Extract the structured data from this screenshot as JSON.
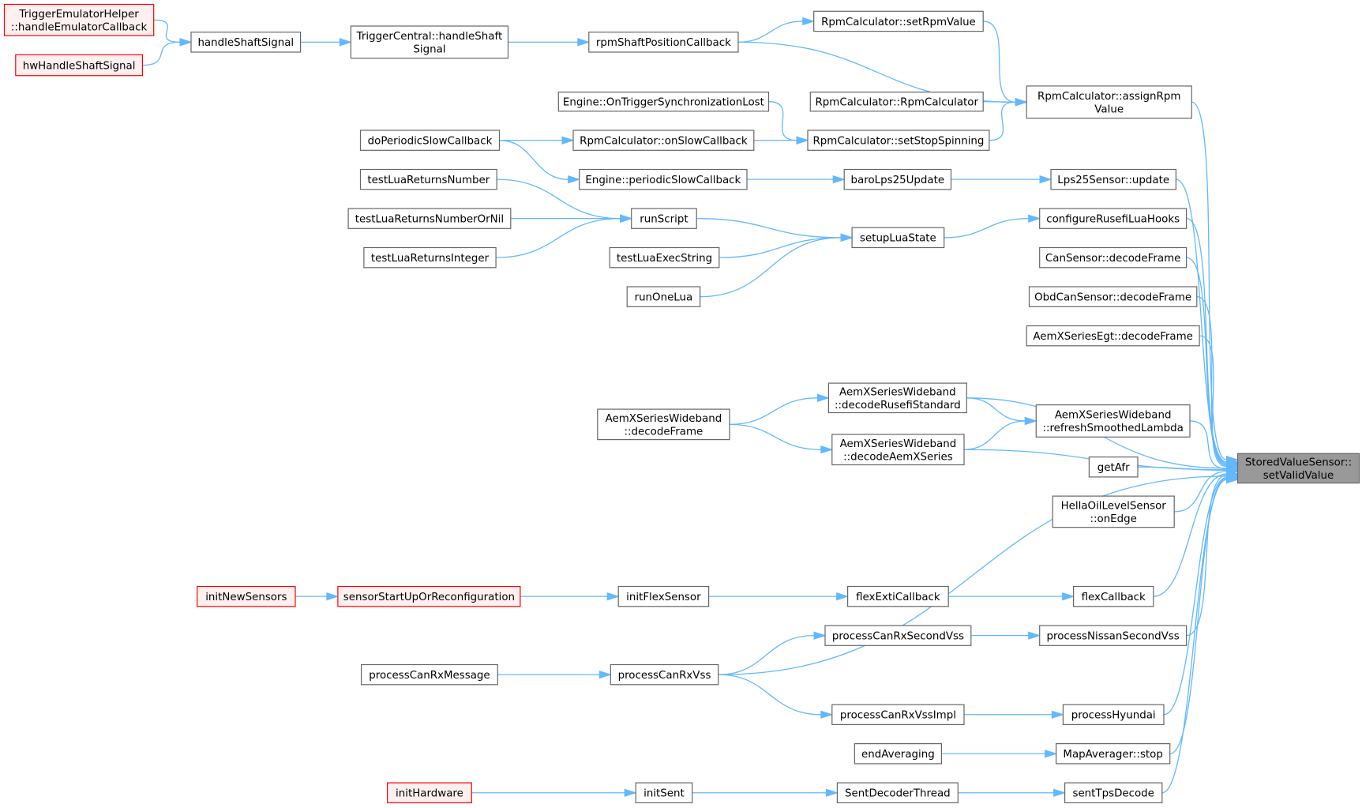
{
  "graph": {
    "nodes": {
      "root": {
        "lines": [
          "StoredValueSensor::",
          "setValidValue"
        ]
      },
      "teh": {
        "lines": [
          "TriggerEmulatorHelper",
          "::handleEmulatorCallback"
        ]
      },
      "hwh": {
        "lines": [
          "hwHandleShaftSignal"
        ]
      },
      "hss": {
        "lines": [
          "handleShaftSignal"
        ]
      },
      "tch": {
        "lines": [
          "TriggerCentral::handleShaft",
          "Signal"
        ]
      },
      "rsp": {
        "lines": [
          "rpmShaftPositionCallback"
        ]
      },
      "srv": {
        "lines": [
          "RpmCalculator::setRpmValue"
        ]
      },
      "ara": {
        "lines": [
          "RpmCalculator::assignRpm",
          "Value"
        ]
      },
      "eot": {
        "lines": [
          "Engine::OnTriggerSynchronizationLost"
        ]
      },
      "rrc": {
        "lines": [
          "RpmCalculator::RpmCalculator"
        ]
      },
      "dps": {
        "lines": [
          "doPeriodicSlowCallback"
        ]
      },
      "osc": {
        "lines": [
          "RpmCalculator::onSlowCallback"
        ]
      },
      "sss": {
        "lines": [
          "RpmCalculator::setStopSpinning"
        ]
      },
      "eps": {
        "lines": [
          "Engine::periodicSlowCallback"
        ]
      },
      "blu": {
        "lines": [
          "baroLps25Update"
        ]
      },
      "lsu": {
        "lines": [
          "Lps25Sensor::update"
        ]
      },
      "tln": {
        "lines": [
          "testLuaReturnsNumber"
        ]
      },
      "rsc": {
        "lines": [
          "runScript"
        ]
      },
      "tlnn": {
        "lines": [
          "testLuaReturnsNumberOrNil"
        ]
      },
      "tli": {
        "lines": [
          "testLuaReturnsInteger"
        ]
      },
      "sls": {
        "lines": [
          "setupLuaState"
        ]
      },
      "crl": {
        "lines": [
          "configureRusefiLuaHooks"
        ]
      },
      "tle": {
        "lines": [
          "testLuaExecString"
        ]
      },
      "rol": {
        "lines": [
          "runOneLua"
        ]
      },
      "csd": {
        "lines": [
          "CanSensor::decodeFrame"
        ]
      },
      "ocd": {
        "lines": [
          "ObdCanSensor::decodeFrame"
        ]
      },
      "aeg": {
        "lines": [
          "AemXSeriesEgt::decodeFrame"
        ]
      },
      "awrs": {
        "lines": [
          "AemXSeriesWideband",
          "::decodeRusefiStandard"
        ]
      },
      "awdf": {
        "lines": [
          "AemXSeriesWideband",
          "::decodeFrame"
        ]
      },
      "awrl": {
        "lines": [
          "AemXSeriesWideband",
          "::refreshSmoothedLambda"
        ]
      },
      "awda": {
        "lines": [
          "AemXSeriesWideband",
          "::decodeAemXSeries"
        ]
      },
      "gaf": {
        "lines": [
          "getAfr"
        ]
      },
      "hol": {
        "lines": [
          "HellaOilLevelSensor",
          "::onEdge"
        ]
      },
      "ins": {
        "lines": [
          "initNewSensors"
        ]
      },
      "ssr": {
        "lines": [
          "sensorStartUpOrReconfiguration"
        ]
      },
      "ifs": {
        "lines": [
          "initFlexSensor"
        ]
      },
      "fec": {
        "lines": [
          "flexExtiCallback"
        ]
      },
      "fcb": {
        "lines": [
          "flexCallback"
        ]
      },
      "pcs": {
        "lines": [
          "processCanRxSecondVss"
        ]
      },
      "pns": {
        "lines": [
          "processNissanSecondVss"
        ]
      },
      "pcm": {
        "lines": [
          "processCanRxMessage"
        ]
      },
      "pcv": {
        "lines": [
          "processCanRxVss"
        ]
      },
      "pci": {
        "lines": [
          "processCanRxVssImpl"
        ]
      },
      "phy": {
        "lines": [
          "processHyundai"
        ]
      },
      "eav": {
        "lines": [
          "endAveraging"
        ]
      },
      "mas": {
        "lines": [
          "MapAverager::stop"
        ]
      },
      "ihw": {
        "lines": [
          "initHardware"
        ]
      },
      "ise": {
        "lines": [
          "initSent"
        ]
      },
      "sdt": {
        "lines": [
          "SentDecoderThread"
        ]
      },
      "stp": {
        "lines": [
          "sentTpsDecode"
        ]
      }
    },
    "edges": [
      [
        "teh",
        "hss"
      ],
      [
        "hwh",
        "hss"
      ],
      [
        "hss",
        "tch"
      ],
      [
        "tch",
        "rsp"
      ],
      [
        "rsp",
        "srv"
      ],
      [
        "rsp",
        "ara"
      ],
      [
        "srv",
        "ara"
      ],
      [
        "rrc",
        "ara"
      ],
      [
        "sss",
        "ara"
      ],
      [
        "eot",
        "sss"
      ],
      [
        "dps",
        "osc"
      ],
      [
        "dps",
        "eps"
      ],
      [
        "osc",
        "sss"
      ],
      [
        "eps",
        "blu"
      ],
      [
        "blu",
        "lsu"
      ],
      [
        "tln",
        "rsc"
      ],
      [
        "tlnn",
        "rsc"
      ],
      [
        "tli",
        "rsc"
      ],
      [
        "rsc",
        "sls"
      ],
      [
        "tle",
        "sls"
      ],
      [
        "rol",
        "sls"
      ],
      [
        "sls",
        "crl"
      ],
      [
        "awdf",
        "awrs"
      ],
      [
        "awdf",
        "awda"
      ],
      [
        "awrs",
        "awrl"
      ],
      [
        "awda",
        "awrl"
      ],
      [
        "ins",
        "ssr"
      ],
      [
        "ssr",
        "ifs"
      ],
      [
        "ifs",
        "fec"
      ],
      [
        "fec",
        "fcb"
      ],
      [
        "pcs",
        "pns"
      ],
      [
        "pcm",
        "pcv"
      ],
      [
        "pcv",
        "pcs"
      ],
      [
        "pcv",
        "pci"
      ],
      [
        "pci",
        "phy"
      ],
      [
        "eav",
        "mas"
      ],
      [
        "ihw",
        "ise"
      ],
      [
        "ise",
        "sdt"
      ],
      [
        "sdt",
        "stp"
      ],
      [
        "ara",
        "root"
      ],
      [
        "lsu",
        "root"
      ],
      [
        "crl",
        "root"
      ],
      [
        "csd",
        "root"
      ],
      [
        "ocd",
        "root"
      ],
      [
        "aeg",
        "root"
      ],
      [
        "awrs",
        "root"
      ],
      [
        "awrl",
        "root"
      ],
      [
        "gaf",
        "root"
      ],
      [
        "hol",
        "root"
      ],
      [
        "awda",
        "root"
      ],
      [
        "fcb",
        "root"
      ],
      [
        "pns",
        "root"
      ],
      [
        "pcv",
        "root"
      ],
      [
        "phy",
        "root"
      ],
      [
        "mas",
        "root"
      ],
      [
        "stp",
        "root"
      ]
    ]
  }
}
